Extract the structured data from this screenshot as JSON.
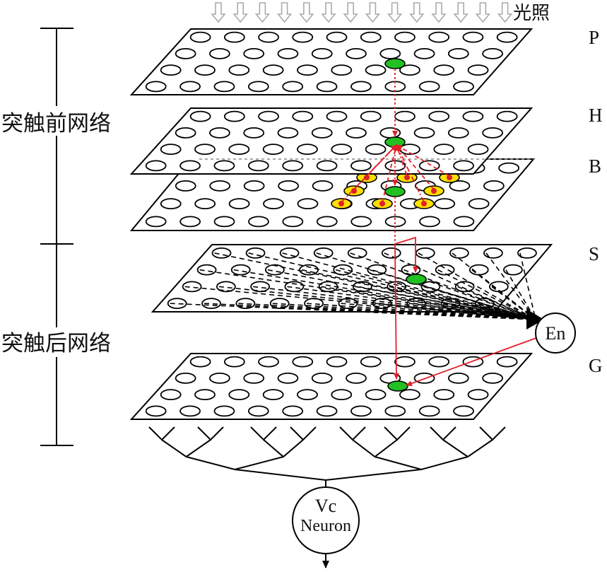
{
  "light_label": "光照",
  "layers": {
    "P": {
      "label": "P"
    },
    "H": {
      "label": "H"
    },
    "B": {
      "label": "B"
    },
    "S": {
      "label": "S"
    },
    "G": {
      "label": "G"
    }
  },
  "sections": {
    "presynaptic": "突触前网络",
    "postsynaptic": "突触后网络"
  },
  "en_node": {
    "label": "En"
  },
  "vc_neuron": {
    "line1": "Vc",
    "line2": "Neuron"
  },
  "colors": {
    "active_cell": "#22c022",
    "pathway": "#e0202a",
    "bipolar_highlight": "#ffe000",
    "outline": "#000000",
    "light_arrow": "#aaaaaa"
  }
}
